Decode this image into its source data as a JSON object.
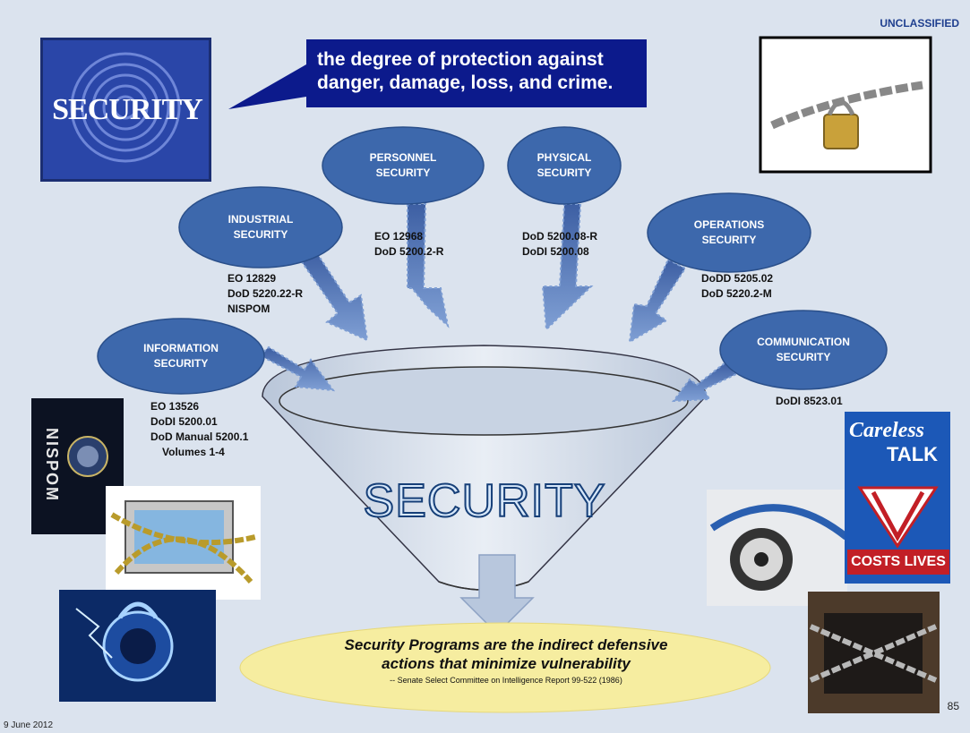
{
  "classification": "UNCLASSIFIED",
  "callout": {
    "line1": "the degree of protection against",
    "line2": "danger, damage, loss, and crime."
  },
  "security_logo_text": "SECURITY",
  "funnel": {
    "title": "SECURITY"
  },
  "disciplines": [
    {
      "line1": "PERSONNEL",
      "line2": "SECURITY",
      "refs": [
        "EO 12968",
        "DoD 5200.2-R"
      ]
    },
    {
      "line1": "PHYSICAL",
      "line2": "SECURITY",
      "refs": [
        "DoD 5200.08-R",
        "DoDI 5200.08"
      ]
    },
    {
      "line1": "INDUSTRIAL",
      "line2": "SECURITY",
      "refs": [
        "EO 12829",
        "DoD 5220.22-R",
        "NISPOM"
      ]
    },
    {
      "line1": "OPERATIONS",
      "line2": "SECURITY",
      "refs": [
        "DoDD 5205.02",
        "DoD 5220.2-M"
      ]
    },
    {
      "line1": "INFORMATION",
      "line2": "SECURITY",
      "refs": [
        "EO 13526",
        "DoDI 5200.01",
        "DoD Manual  5200.1",
        "Volumes 1-4"
      ]
    },
    {
      "line1": "COMMUNICATION",
      "line2": "SECURITY",
      "refs": [
        "DoDI 8523.01"
      ]
    }
  ],
  "quote": {
    "line1": "Security Programs are the indirect defensive",
    "line2": "actions that minimize vulnerability",
    "source": "-- Senate Select Committee on Intelligence Report 99-522 (1986)"
  },
  "posters": {
    "nispom": "NISPOM",
    "careless_line1": "Careless",
    "careless_line2": "TALK",
    "careless_line3": "COSTS LIVES"
  },
  "footer": {
    "date": "9 June 2012",
    "page": "85"
  },
  "colors": {
    "oval": "#3d68ac",
    "oval_border": "#2a4f8a",
    "callout": "#0c1a8c",
    "arrow": "#5b7fc0",
    "background": "#dbe3ee",
    "quote_bg": "#f6eda0"
  }
}
